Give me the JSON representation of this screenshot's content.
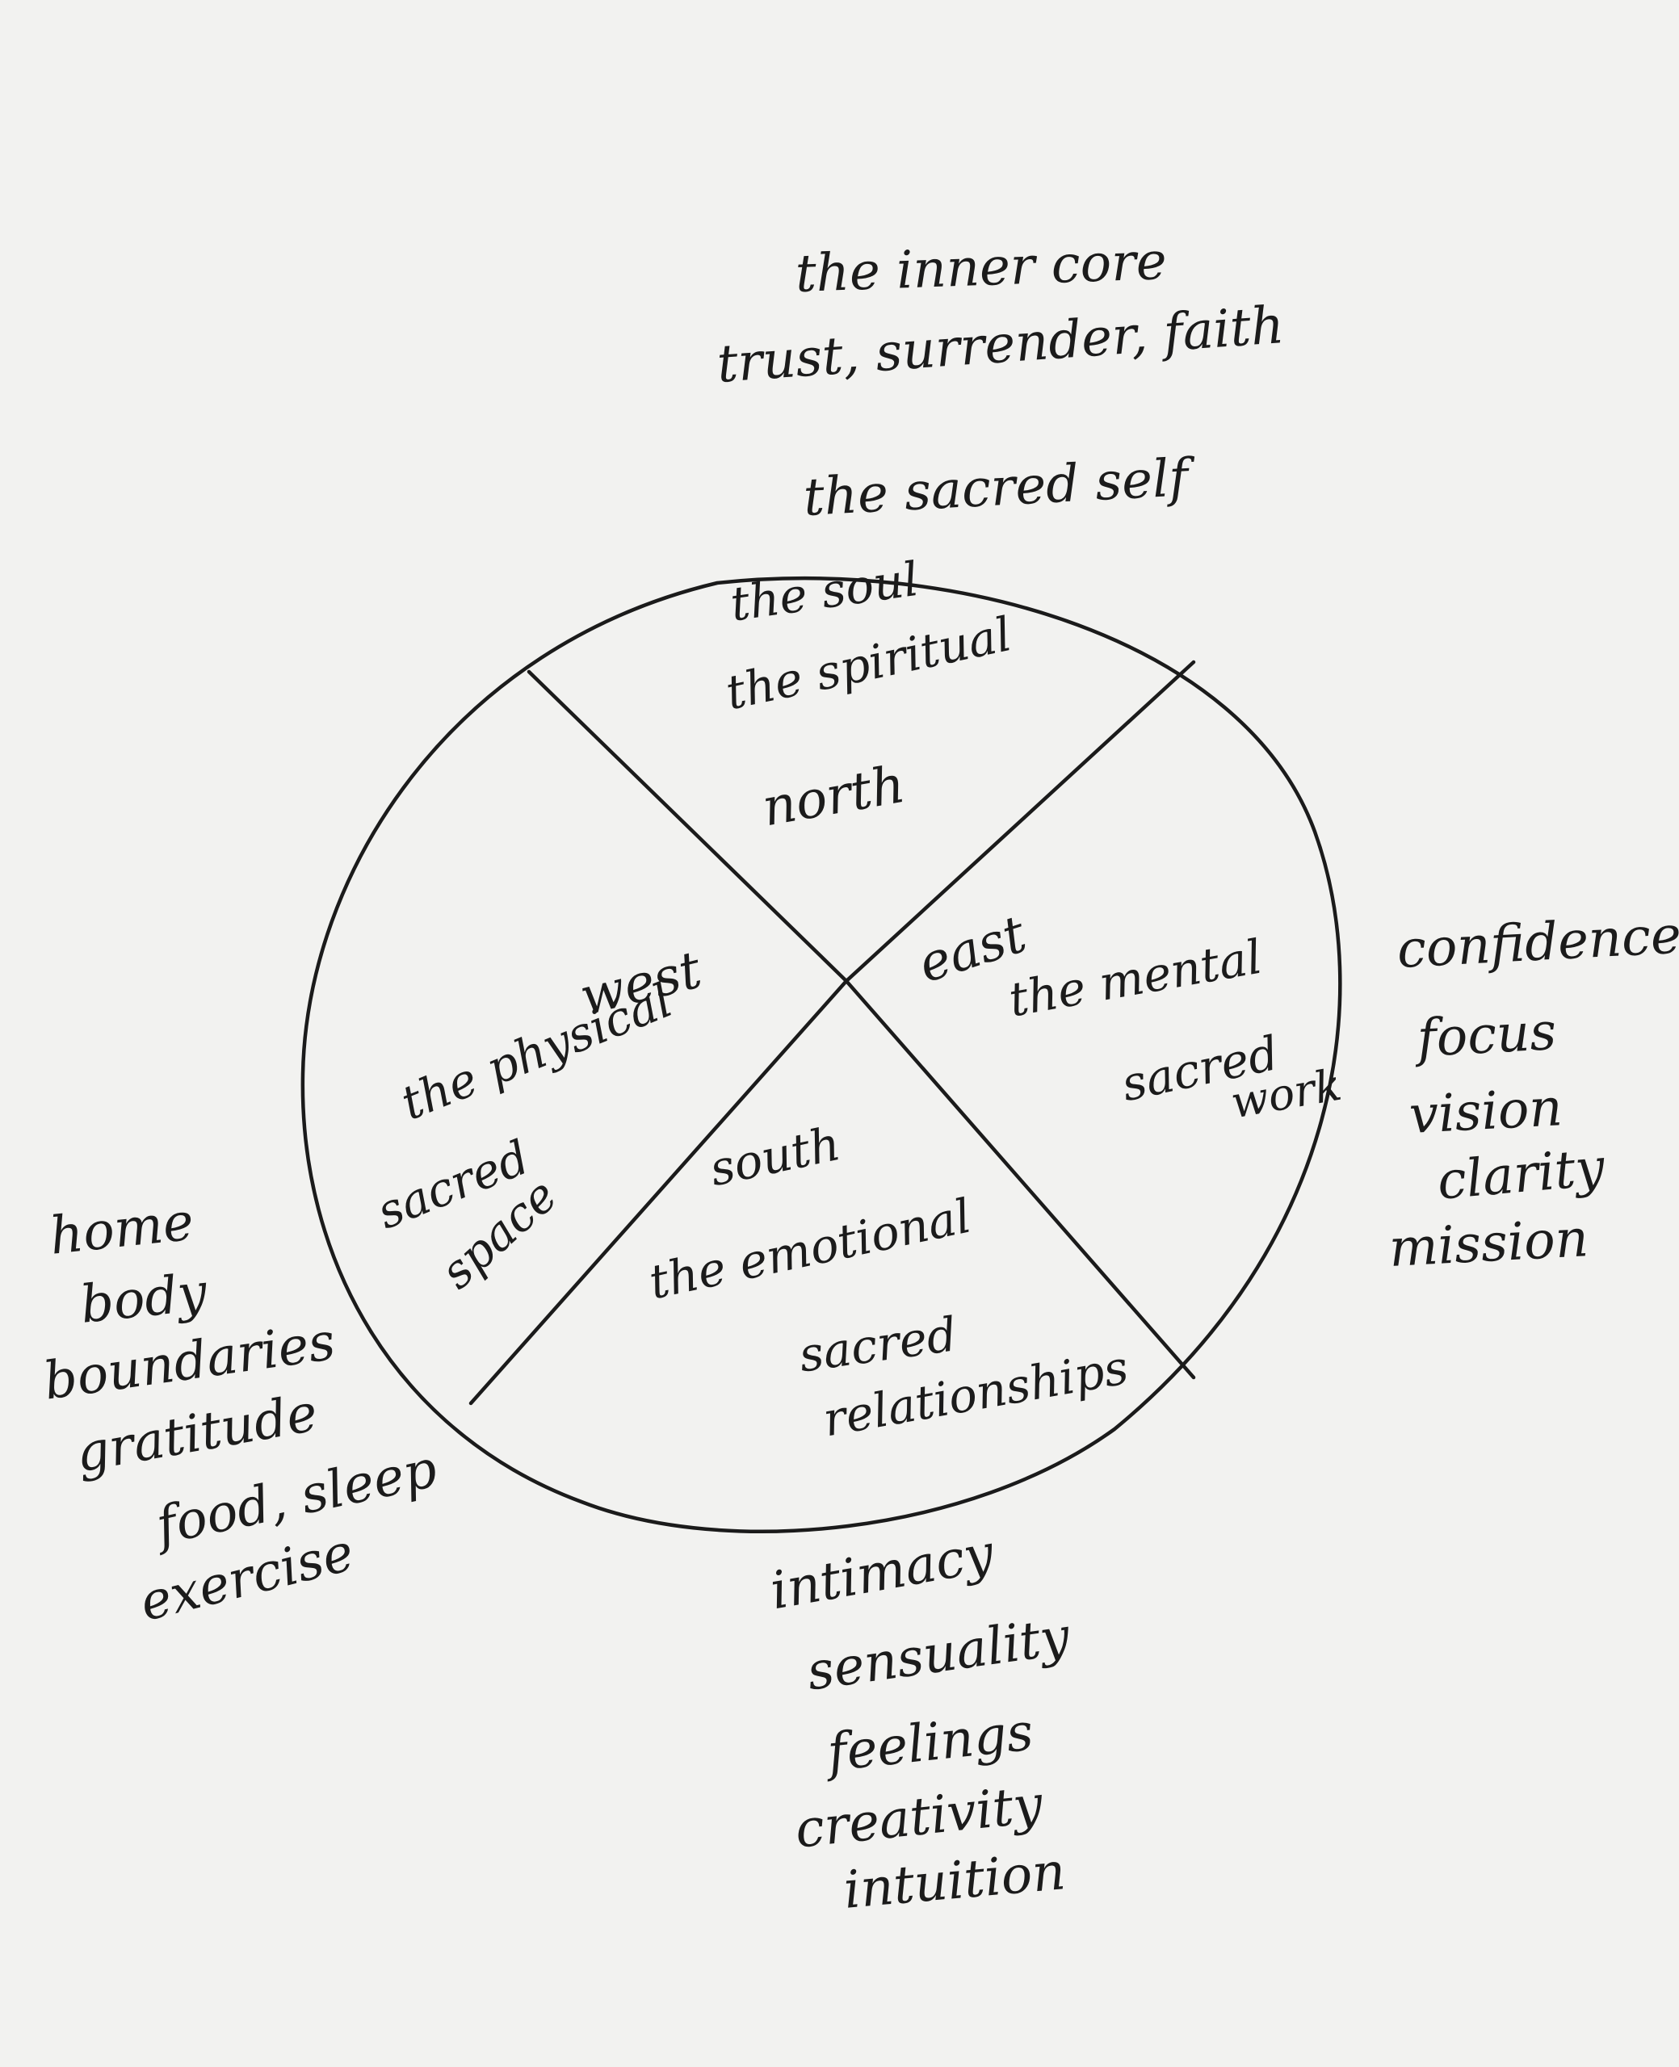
{
  "top": {
    "line1": "the inner core",
    "line2": "trust, surrender, faith",
    "line3": "the sacred self"
  },
  "north": {
    "line1": "the soul",
    "line2": "the spiritual",
    "line3": "north"
  },
  "west": {
    "line1": "west",
    "line2": "the physical",
    "line3": "sacred",
    "line4": "space"
  },
  "east": {
    "line1": "east",
    "line2": "the mental",
    "line3": "sacred",
    "line4": "work"
  },
  "south": {
    "line1": "south",
    "line2": "the emotional",
    "line3": "sacred",
    "line4": "relationships"
  },
  "right_list": [
    "confidence",
    "focus",
    "vision",
    "clarity",
    "mission"
  ],
  "left_list": [
    "home",
    "body",
    "boundaries",
    "gratitude",
    "food, sleep",
    "exercise"
  ],
  "bottom_list": [
    "intimacy",
    "sensuality",
    "feelings",
    "creativity",
    "intuition"
  ],
  "ink_color": "#1b1b1b",
  "paper_color": "#f2f2f0"
}
